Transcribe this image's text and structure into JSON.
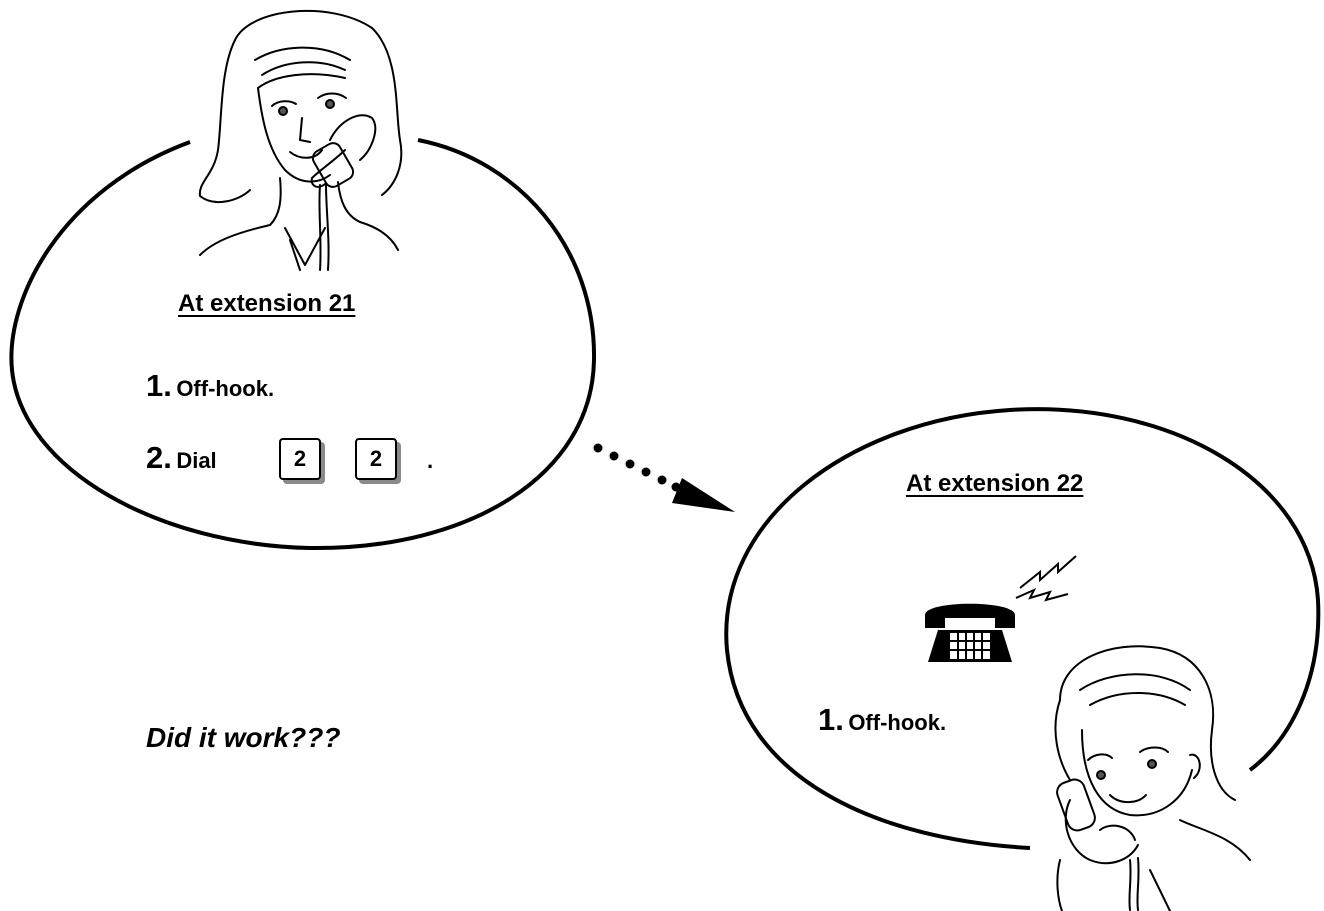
{
  "caller": {
    "heading": "At extension 21",
    "steps": [
      {
        "num": "1.",
        "text": "Off-hook."
      },
      {
        "num": "2.",
        "text": "Dial"
      }
    ],
    "dial_keys": [
      "2",
      "2"
    ],
    "dial_end": "."
  },
  "callee": {
    "heading": "At extension 22",
    "steps": [
      {
        "num": "1.",
        "text": "Off-hook."
      }
    ]
  },
  "question": "Did it work???",
  "icons": {
    "caller_figure": "woman-on-phone-icon",
    "callee_figure": "woman-on-phone-icon",
    "ringing_phone": "ringing-telephone-icon",
    "flow_arrow": "dotted-arrow-icon"
  }
}
